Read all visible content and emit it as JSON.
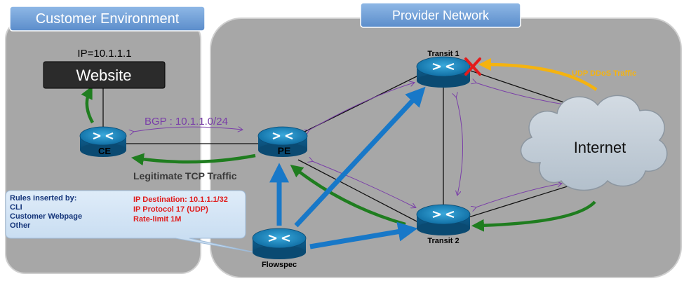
{
  "customer_env": {
    "title": "Customer Environment",
    "website_ip": "IP=10.1.1.1",
    "website_label": "Website",
    "ce_label": "CE"
  },
  "provider": {
    "title": "Provider Network",
    "pe_label": "PE",
    "transit1_label": "Transit 1",
    "transit2_label": "Transit 2",
    "flowspec_label": "Flowspec",
    "internet_label": "Internet"
  },
  "annotations": {
    "bgp": "BGP : 10.1.1.0/24",
    "legit_traffic": "Legitimate TCP Traffic",
    "ddos_traffic": "UDP DDoS Traffic"
  },
  "rules_callout": {
    "heading": "Rules inserted by:",
    "items": [
      "CLI",
      "Customer Webpage",
      "Other"
    ]
  },
  "flowspec_rule": {
    "lines": [
      "IP Destination: 10.1.1.1/32",
      "IP Protocol 17 (UDP)",
      "Rate-limit 1M"
    ]
  },
  "colors": {
    "router": "#1a7fb5",
    "blue_arrow": "#1878c8",
    "green_arrow": "#1f7d1f",
    "purple": "#7a3fa8",
    "ddos": "#f5b30f",
    "block": "#e41b1b",
    "rule_text": "#e01b1b"
  }
}
